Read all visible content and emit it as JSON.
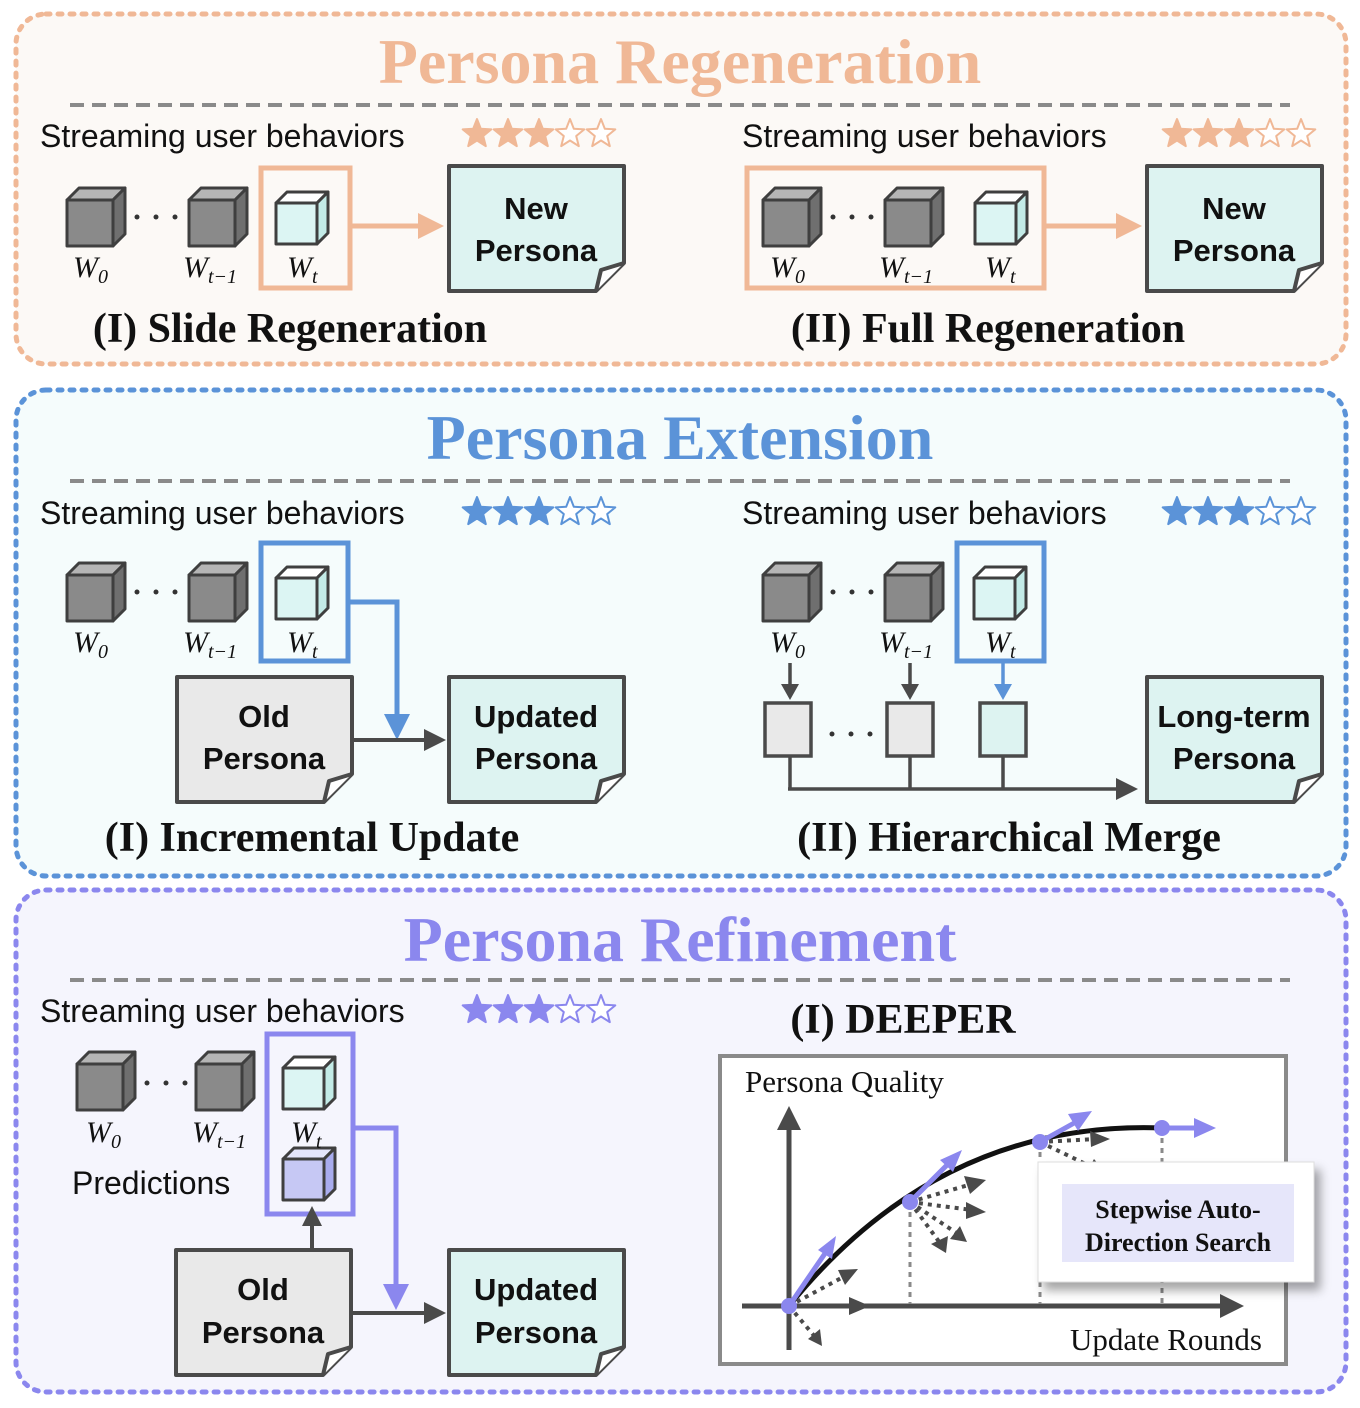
{
  "sections": {
    "regeneration": {
      "title": "Persona Regeneration",
      "accent": "#f0b896",
      "left": {
        "streaming_label": "Streaming user behaviors",
        "rating": 3,
        "max_rating": 5,
        "w0": "W",
        "w0_sub": "0",
        "wt1": "W",
        "wt1_sub": "t−1",
        "wt": "W",
        "wt_sub": "t",
        "doc_line1": "New",
        "doc_line2": "Persona",
        "caption": "(I) Slide Regeneration"
      },
      "right": {
        "streaming_label": "Streaming user behaviors",
        "rating": 3,
        "max_rating": 5,
        "w0": "W",
        "w0_sub": "0",
        "wt1": "W",
        "wt1_sub": "t−1",
        "wt": "W",
        "wt_sub": "t",
        "doc_line1": "New",
        "doc_line2": "Persona",
        "caption": "(II) Full Regeneration"
      }
    },
    "extension": {
      "title": "Persona Extension",
      "accent": "#5b93d8",
      "left": {
        "streaming_label": "Streaming user behaviors",
        "rating": 3,
        "max_rating": 5,
        "w0": "W",
        "w0_sub": "0",
        "wt1": "W",
        "wt1_sub": "t−1",
        "wt": "W",
        "wt_sub": "t",
        "old_line1": "Old",
        "old_line2": "Persona",
        "doc_line1": "Updated",
        "doc_line2": "Persona",
        "caption": "(I) Incremental Update"
      },
      "right": {
        "streaming_label": "Streaming user behaviors",
        "rating": 3,
        "max_rating": 5,
        "w0": "W",
        "w0_sub": "0",
        "wt1": "W",
        "wt1_sub": "t−1",
        "wt": "W",
        "wt_sub": "t",
        "doc_line1": "Long-term",
        "doc_line2": "Persona",
        "caption": "(II) Hierarchical Merge"
      }
    },
    "refinement": {
      "title": "Persona Refinement",
      "accent": "#8b87ee",
      "left": {
        "streaming_label": "Streaming user behaviors",
        "rating": 3,
        "max_rating": 5,
        "w0": "W",
        "w0_sub": "0",
        "wt1": "W",
        "wt1_sub": "t−1",
        "wt": "W",
        "wt_sub": "t",
        "predictions": "Predictions",
        "old_line1": "Old",
        "old_line2": "Persona",
        "doc_line1": "Updated",
        "doc_line2": "Persona"
      },
      "right": {
        "caption": "(I) DEEPER",
        "y_label": "Persona Quality",
        "x_label": "Update Rounds",
        "callout_line1": "Stepwise Auto-",
        "callout_line2": "Direction Search"
      }
    }
  },
  "colors": {
    "cube_gray": "#8a8a8a",
    "cube_light": "#dcf5f3",
    "cube_pred": "#c6c8f4",
    "doc_fill": "#ddf3f1",
    "old_doc_fill": "#e9e9e9",
    "outline": "#4a4a4a"
  }
}
